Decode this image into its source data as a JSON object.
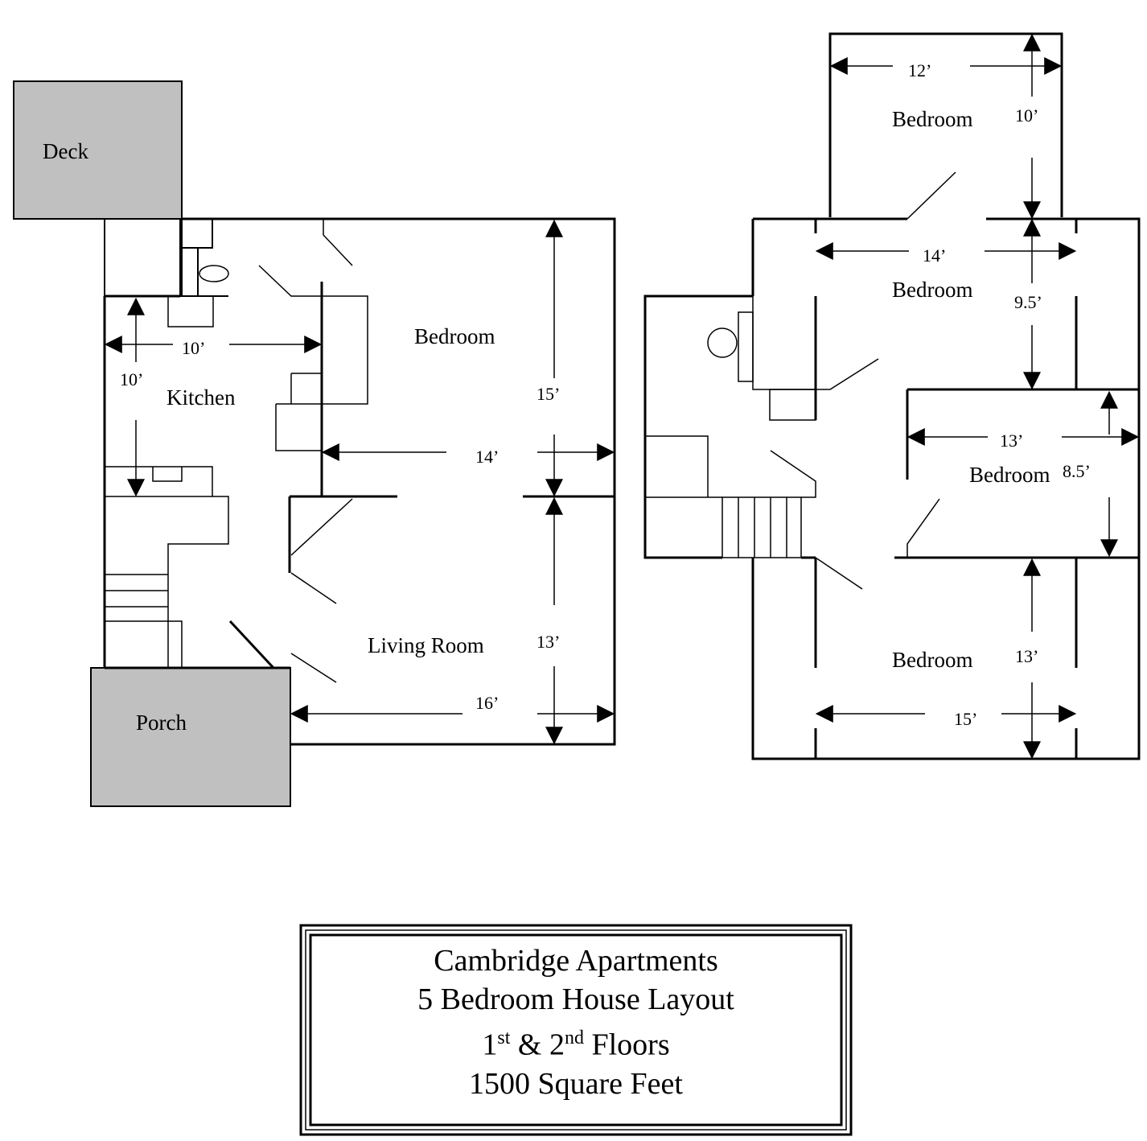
{
  "first_floor": {
    "deck_label": "Deck",
    "porch_label": "Porch",
    "kitchen_label": "Kitchen",
    "bedroom_label": "Bedroom",
    "living_room_label": "Living Room",
    "dims": {
      "kitchen_width": "10’",
      "kitchen_depth": "10’",
      "bedroom_depth": "15’",
      "bedroom_width": "14’",
      "living_depth": "13’",
      "living_width": "16’"
    }
  },
  "second_floor": {
    "bedroom_top_label": "Bedroom",
    "bedroom_mid_label": "Bedroom",
    "bedroom_right_label": "Bedroom",
    "bedroom_bottom_label": "Bedroom",
    "dims": {
      "top_width": "12’",
      "top_depth": "10’",
      "mid_width": "14’",
      "mid_depth": "9.5’",
      "right_width": "13’",
      "right_depth": "8.5’",
      "bottom_depth": "13’",
      "bottom_width": "15’"
    }
  },
  "title_block": {
    "line1": "Cambridge Apartments",
    "line2": "5 Bedroom House Layout",
    "line3_a": "1",
    "line3_sup1": "st",
    "line3_b": " & 2",
    "line3_sup2": "nd",
    "line3_c": " Floors",
    "line4": "1500 Square Feet"
  },
  "colors": {
    "line": "#000000",
    "deck_fill": "#c0c0c0",
    "background": "#ffffff"
  }
}
